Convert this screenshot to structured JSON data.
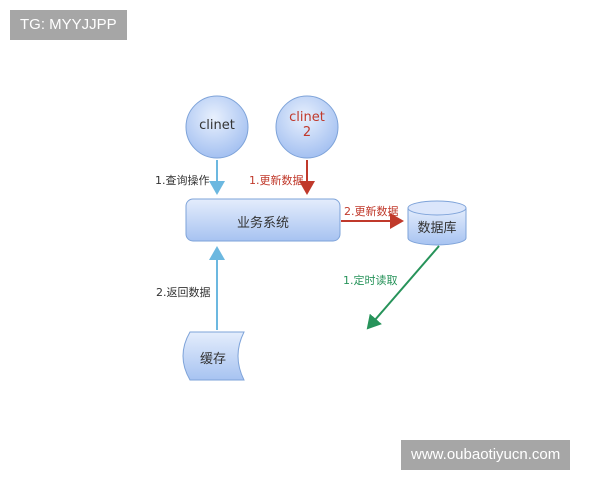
{
  "watermarks": {
    "top_left": "TG: MYYJJPP",
    "bottom_right": "www.oubaotiyucn.com"
  },
  "nodes": {
    "client1": {
      "label": "clinet",
      "shape": "circle"
    },
    "client2": {
      "label_line1": "clinet",
      "label_line2": "2",
      "shape": "circle",
      "text_color": "#c0392b"
    },
    "business": {
      "label": "业务系统",
      "shape": "rounded-rect"
    },
    "database": {
      "label": "数据库",
      "shape": "cylinder"
    },
    "cache": {
      "label": "缓存",
      "shape": "stored-data"
    }
  },
  "edges": [
    {
      "from": "client1",
      "to": "business",
      "label": "1.查询操作",
      "color": "#6cb8e0"
    },
    {
      "from": "client2",
      "to": "business",
      "label": "1.更新数据",
      "color": "#c0392b"
    },
    {
      "from": "business",
      "to": "database",
      "label": "2.更新数据",
      "color": "#c0392b"
    },
    {
      "from": "database",
      "to": "offscreen",
      "label": "1.定时读取",
      "color": "#27935a"
    },
    {
      "from": "cache",
      "to": "business",
      "label": "2.返回数据",
      "color": "#6cb8e0"
    }
  ],
  "colors": {
    "node_fill_top": "#dfe9fb",
    "node_fill_bottom": "#a9c5f2",
    "node_stroke": "#7ea3d9",
    "query_arrow": "#6cb8e0",
    "update_arrow": "#c0392b",
    "timer_arrow": "#27935a"
  }
}
